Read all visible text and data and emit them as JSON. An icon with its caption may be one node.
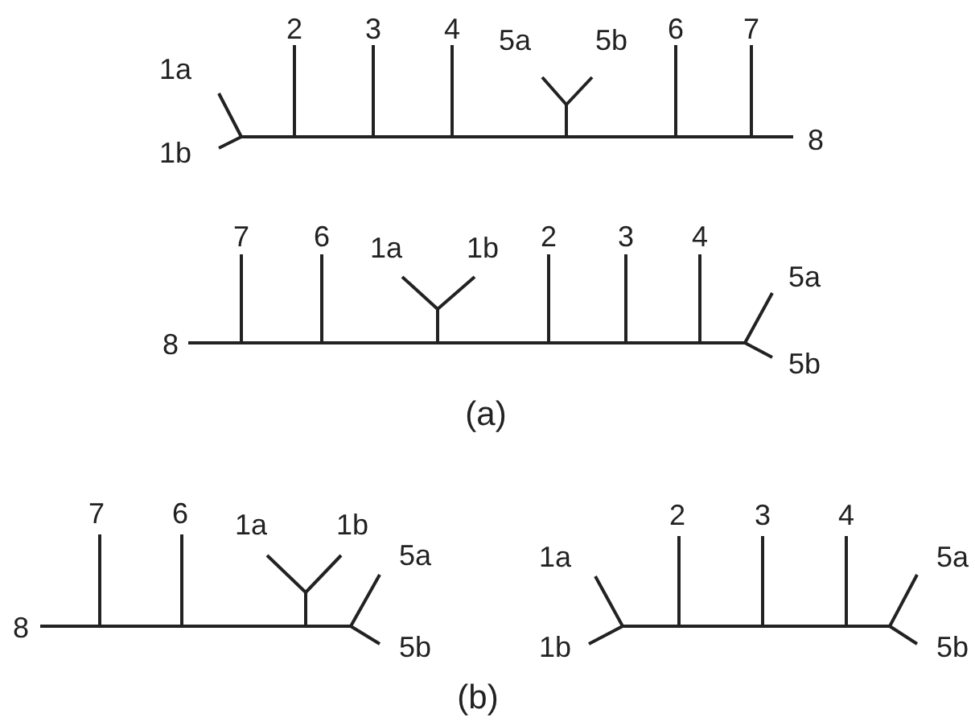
{
  "diagram": {
    "labels": [
      "1a",
      "1b",
      "2",
      "3",
      "4",
      "5a",
      "5b",
      "6",
      "7",
      "8",
      "8",
      "7",
      "6",
      "1a",
      "1b",
      "2",
      "3",
      "4",
      "5a",
      "5b",
      "(a)",
      "8",
      "7",
      "6",
      "1a",
      "1b",
      "5a",
      "5b",
      "1a",
      "1b",
      "2",
      "3",
      "4",
      "5a",
      "5b",
      "(b)"
    ]
  }
}
